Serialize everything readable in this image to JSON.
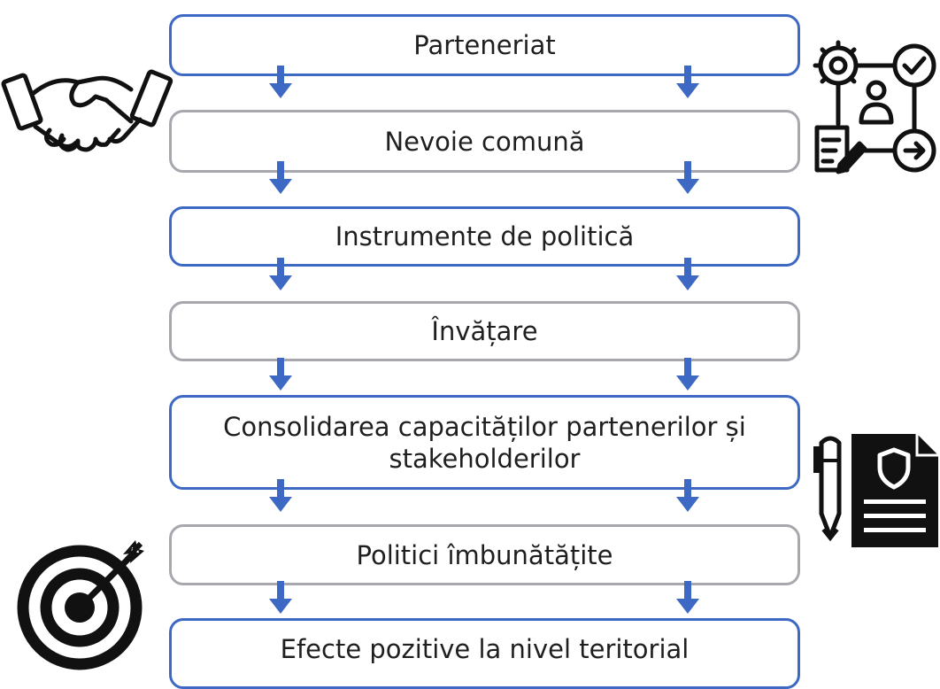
{
  "steps": [
    {
      "label": "Parteneriat",
      "border": "#3d68c4"
    },
    {
      "label": "Nevoie comună",
      "border": "#a7a7ad"
    },
    {
      "label": "Instrumente de politică",
      "border": "#3d68c4"
    },
    {
      "label": "Învățare",
      "border": "#a7a7ad"
    },
    {
      "label": "Consolidarea capacităților partenerilor și stakeholderilor",
      "border": "#3d68c4"
    },
    {
      "label": "Politici îmbunătățite",
      "border": "#a7a7ad"
    },
    {
      "label": "Efecte pozitive la nivel teritorial",
      "border": "#3d68c4"
    }
  ],
  "colors": {
    "arrow": "#3d68c4",
    "text": "#1f1f1f",
    "icon": "#111111"
  },
  "icons": [
    "handshake-icon",
    "process-workflow-icon",
    "document-pen-icon",
    "target-icon"
  ]
}
